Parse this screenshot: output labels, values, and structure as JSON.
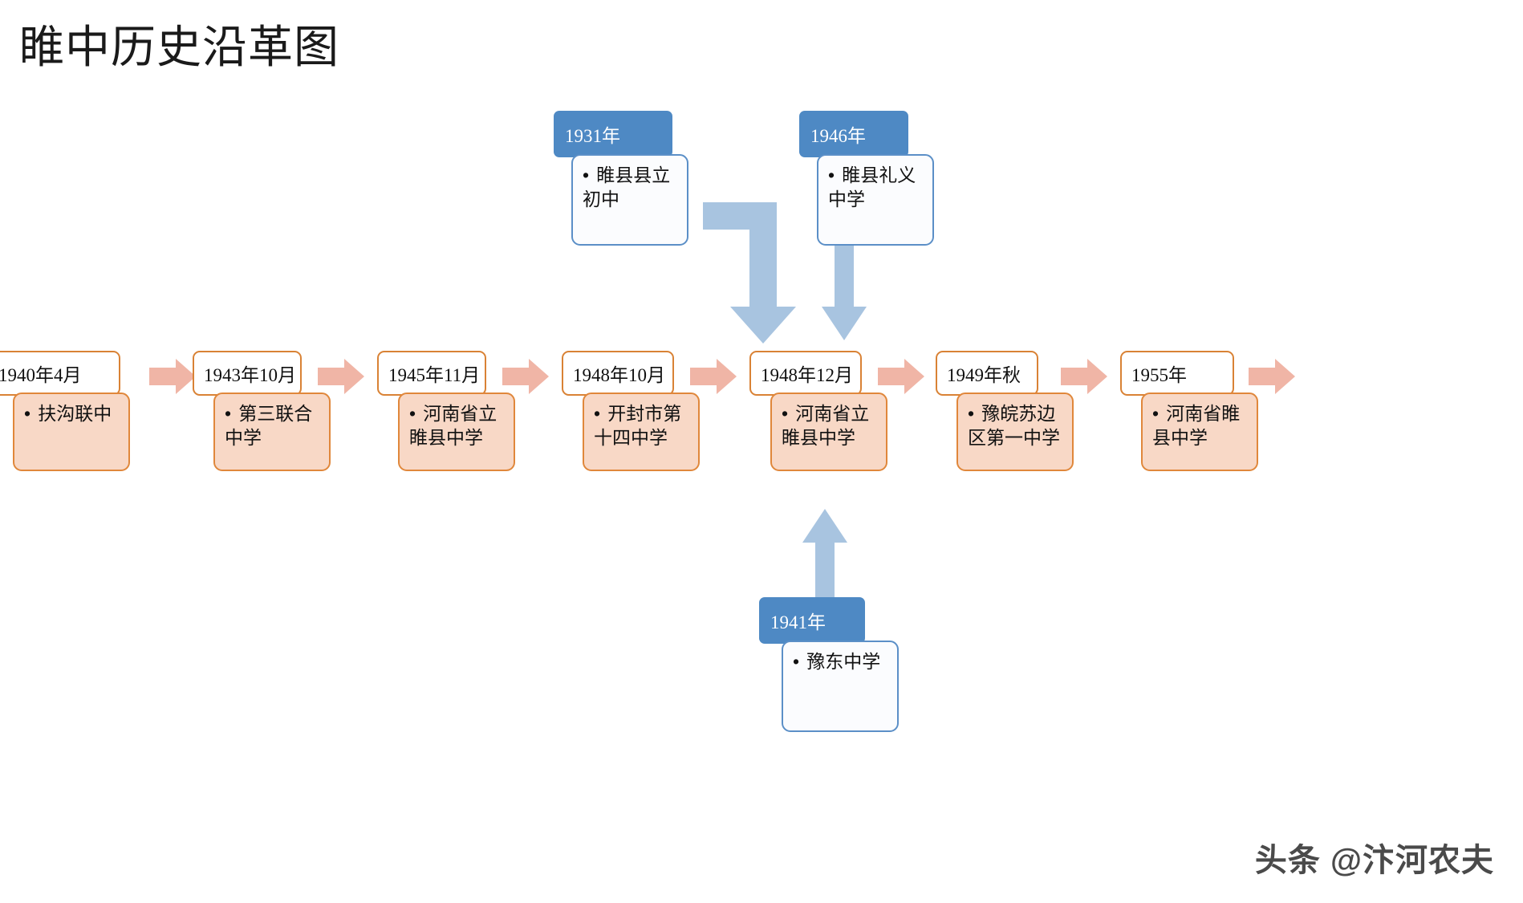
{
  "title": "睢中历史沿革图",
  "watermark": "头条 @汴河农夫",
  "colors": {
    "orange_border": "#d98235",
    "orange_fill": "#f8d8c6",
    "blue_header": "#4e89c4",
    "blue_border": "#5b8fc7",
    "arrow_pink": "#f0b5a6",
    "arrow_blue": "#a8c4e0"
  },
  "timeline": {
    "nodes": [
      {
        "date": "1940年4月",
        "body": "扶沟联中"
      },
      {
        "date": "1943年10月",
        "body": "第三联合中学"
      },
      {
        "date": "1945年11月",
        "body": "河南省立睢县中学"
      },
      {
        "date": "1948年10月",
        "body": "开封市第十四中学"
      },
      {
        "date": "1948年12月",
        "body": "河南省立睢县中学"
      },
      {
        "date": "1949年秋",
        "body": "豫皖苏边区第一中学"
      },
      {
        "date": "1955年",
        "body": "河南省睢县中学"
      }
    ],
    "arrow_icon": "right-arrow-icon"
  },
  "branches": [
    {
      "date": "1931年",
      "body": "睢县县立初中",
      "position": "top-left"
    },
    {
      "date": "1946年",
      "body": "睢县礼义中学",
      "position": "top-right"
    },
    {
      "date": "1941年",
      "body": "豫东中学",
      "position": "bottom"
    }
  ],
  "connectors": [
    {
      "name": "connector-1931-to-1948-12",
      "direction": "down"
    },
    {
      "name": "connector-1946-to-1948-12",
      "direction": "down"
    },
    {
      "name": "connector-1941-to-1948-12",
      "direction": "up"
    }
  ]
}
